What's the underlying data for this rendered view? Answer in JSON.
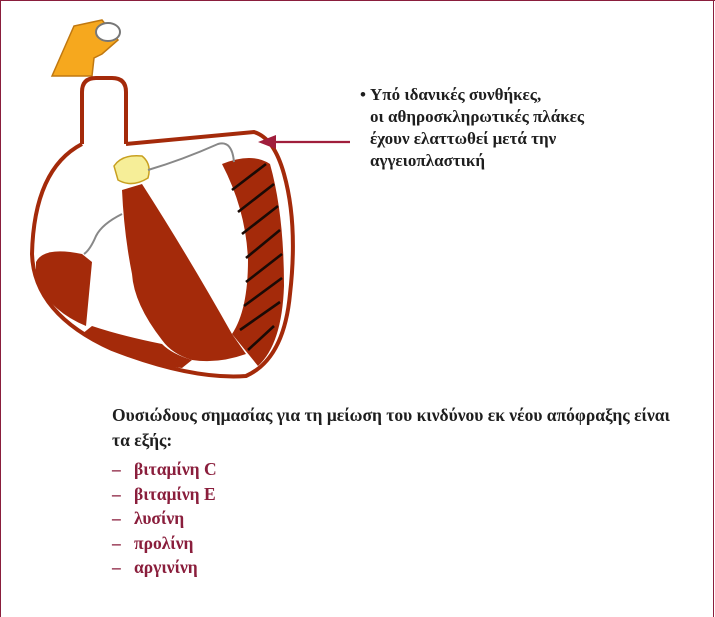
{
  "colors": {
    "frame": "#8a1e3c",
    "muscle": "#a42a0a",
    "vessel": "#f6a81e",
    "valve": "#f6ee98",
    "arrow": "#a01e3c",
    "text": "#1e1e1e",
    "list_text": "#8a1e3c"
  },
  "callout": {
    "bullet": "•",
    "text": "Υπό ιδανικές συνθήκες,\nοι αθηροσκληρωτικές πλάκες\nέχουν ελαττωθεί μετά την\nαγγειοπλαστική"
  },
  "intro_text": "Ουσιώδους σημασίας για τη μείωση του κινδύνου εκ νέου απόφραξης είναι τα εξής:",
  "list": {
    "dash": "–",
    "items": [
      "βιταμίνη C",
      "βιταμίνη E",
      "λυσίνη",
      "προλίνη",
      "αργινίνη"
    ]
  },
  "icons": {
    "heart_diagram": "heart-cross-section-icon",
    "pointer_arrow": "arrow-left-icon"
  }
}
